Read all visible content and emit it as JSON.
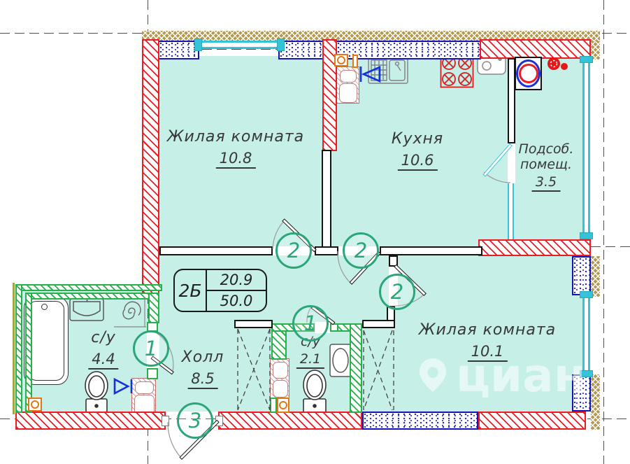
{
  "plan": {
    "info_table": {
      "unit": "2Б",
      "upper": "20.9",
      "lower": "50.0"
    },
    "rooms": [
      {
        "id": "living1",
        "name": "Жилая комната",
        "area": "10.8"
      },
      {
        "id": "kitchen",
        "name": "Кухня",
        "area": "10.6"
      },
      {
        "id": "utility",
        "name_line1": "Подсоб.",
        "name_line2": "помещ.",
        "area": "3.5"
      },
      {
        "id": "living2",
        "name": "Жилая комната",
        "area": "10.1"
      },
      {
        "id": "hall",
        "name": "Холл",
        "area": "8.5"
      },
      {
        "id": "bathroom",
        "name": "с/у",
        "area": "4.4"
      },
      {
        "id": "wc",
        "name": "с/у",
        "area": "2.1"
      }
    ],
    "door_markers": [
      {
        "label": "2"
      },
      {
        "label": "2"
      },
      {
        "label": "2"
      },
      {
        "label": "1"
      },
      {
        "label": "1"
      },
      {
        "label": "3"
      }
    ],
    "watermark": {
      "text": "циан"
    },
    "colors": {
      "room_fill": "#c6efe8",
      "wall_red": "#ec1c24",
      "wall_green": "#2ab04a",
      "wall_blue_speckle": "#2020cc",
      "window_cyan": "#35c3d8",
      "insulation_tan": "#b5994f",
      "marker_green": "#2aa678",
      "symbol_orange": "#e07818",
      "symbol_blue": "#1430e0",
      "text": "#383838"
    }
  }
}
